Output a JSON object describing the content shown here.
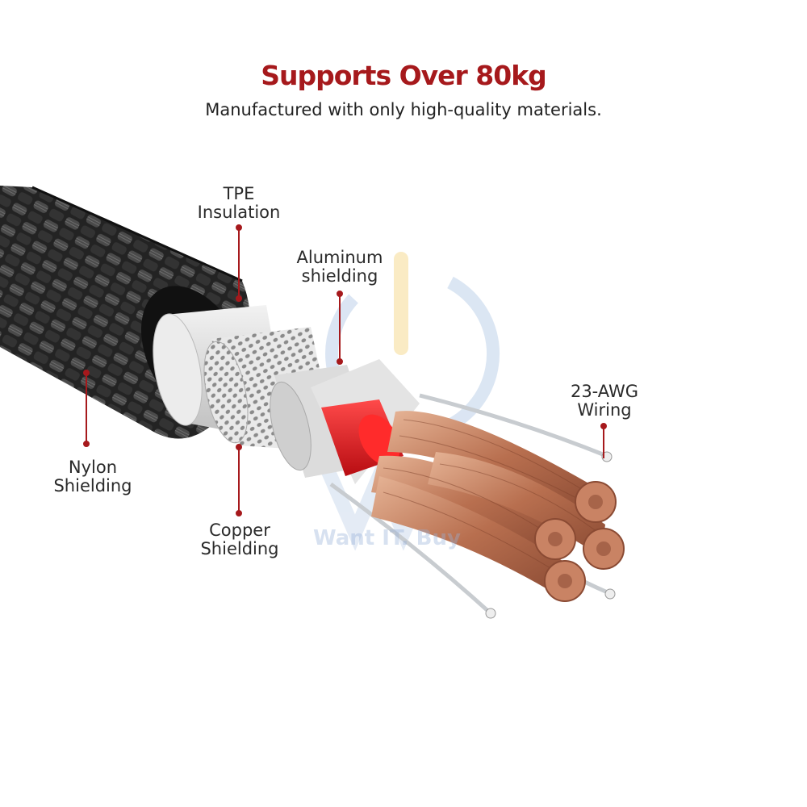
{
  "headline": "Supports Over 80kg",
  "subheadline": "Manufactured with only high-quality materials.",
  "callouts": {
    "tpe": {
      "line1": "TPE",
      "line2": "Insulation"
    },
    "aluminum": {
      "line1": "Aluminum",
      "line2": "shielding"
    },
    "wiring": {
      "line1": "23-AWG",
      "line2": "Wiring"
    },
    "nylon": {
      "line1": "Nylon",
      "line2": "Shielding"
    },
    "copper": {
      "line1": "Copper",
      "line2": "Shielding"
    }
  },
  "watermark": {
    "text": "Want IT. Buy"
  },
  "colors": {
    "headline": "#a6191c",
    "callout_line": "#a6191c",
    "copper": "#c0805f",
    "braid": "#2a2a2a"
  }
}
